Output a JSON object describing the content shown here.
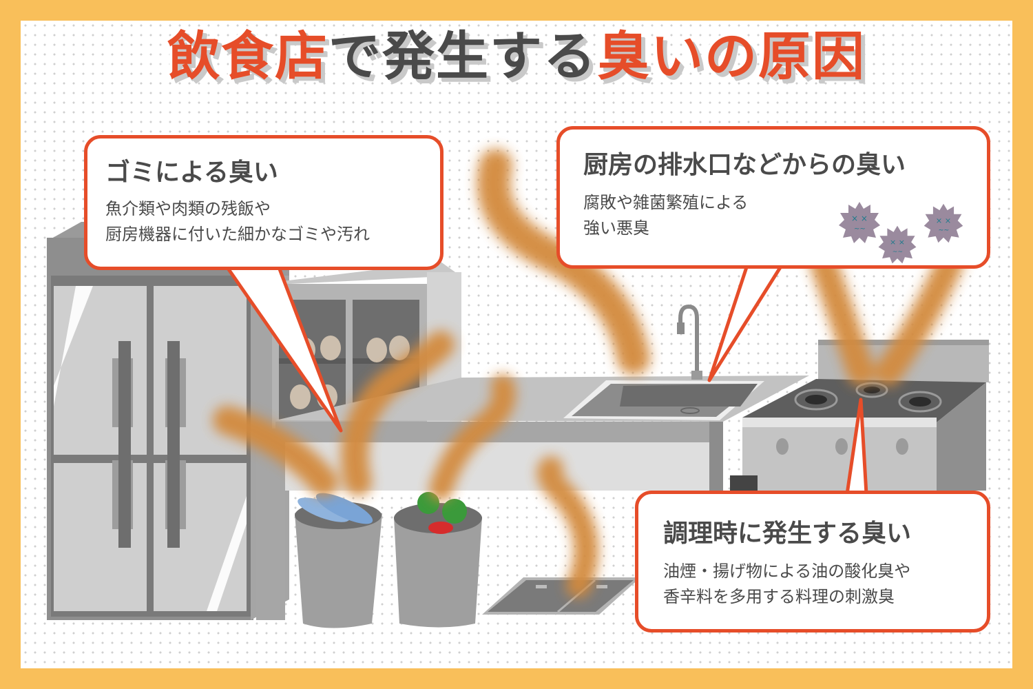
{
  "title": {
    "part1": "飲食店",
    "part2": "で発生する",
    "part3": "臭いの原因"
  },
  "colors": {
    "frame": "#f9bf5a",
    "accent": "#e64d29",
    "text": "#4a4a4a",
    "smell": "#d38a3c",
    "steel": "#a8a8a8"
  },
  "callouts": [
    {
      "heading": "ゴミによる臭い",
      "lines": [
        "魚介類や肉類の残飯や",
        "厨房機器に付いた細かなゴミや汚れ"
      ]
    },
    {
      "heading": "厨房の排水口などからの臭い",
      "lines": [
        "腐敗や雑菌繁殖による",
        "強い悪臭"
      ]
    },
    {
      "heading": "調理時に発生する臭い",
      "lines": [
        "油煙・揚げ物による油の酸化臭や",
        "香辛料を多用する料理の刺激臭"
      ]
    }
  ],
  "illustration": {
    "objects": [
      "refrigerator",
      "egg-display-cabinet",
      "counter",
      "sink",
      "faucet",
      "gas-stove",
      "fish-trash-can",
      "vegetable-trash-can",
      "floor-drain-grate",
      "germs"
    ]
  }
}
